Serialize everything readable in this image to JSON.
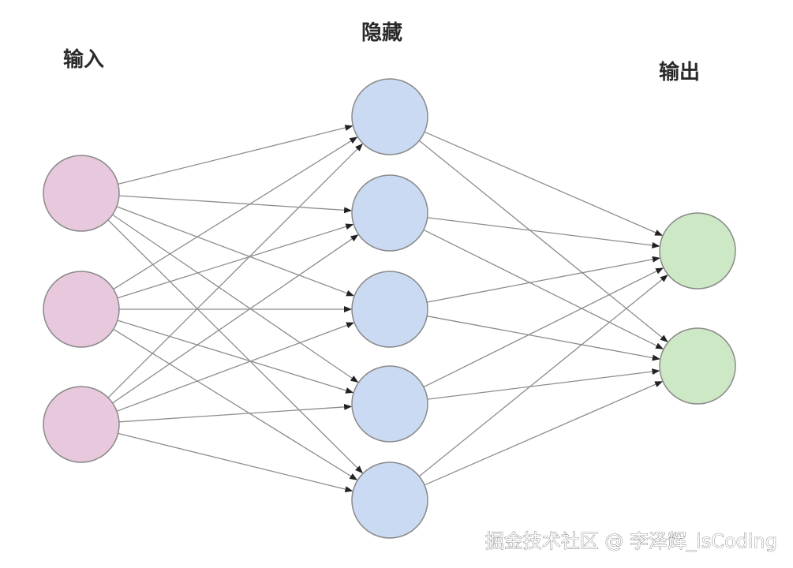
{
  "labels": {
    "input": "输入",
    "hidden": "隐藏",
    "output": "输出"
  },
  "watermark": "掘金技术社区 @ 李泽辉_isCoding",
  "network": {
    "layers": [
      {
        "key": "input",
        "count": 3,
        "fill": "#e8c8dc"
      },
      {
        "key": "hidden",
        "count": 5,
        "fill": "#c9daf2"
      },
      {
        "key": "output",
        "count": 2,
        "fill": "#cde8c4"
      }
    ],
    "connectivity": "fully-connected",
    "edge_color": "#8c8c8c",
    "node_stroke": "#8a8a8a"
  }
}
